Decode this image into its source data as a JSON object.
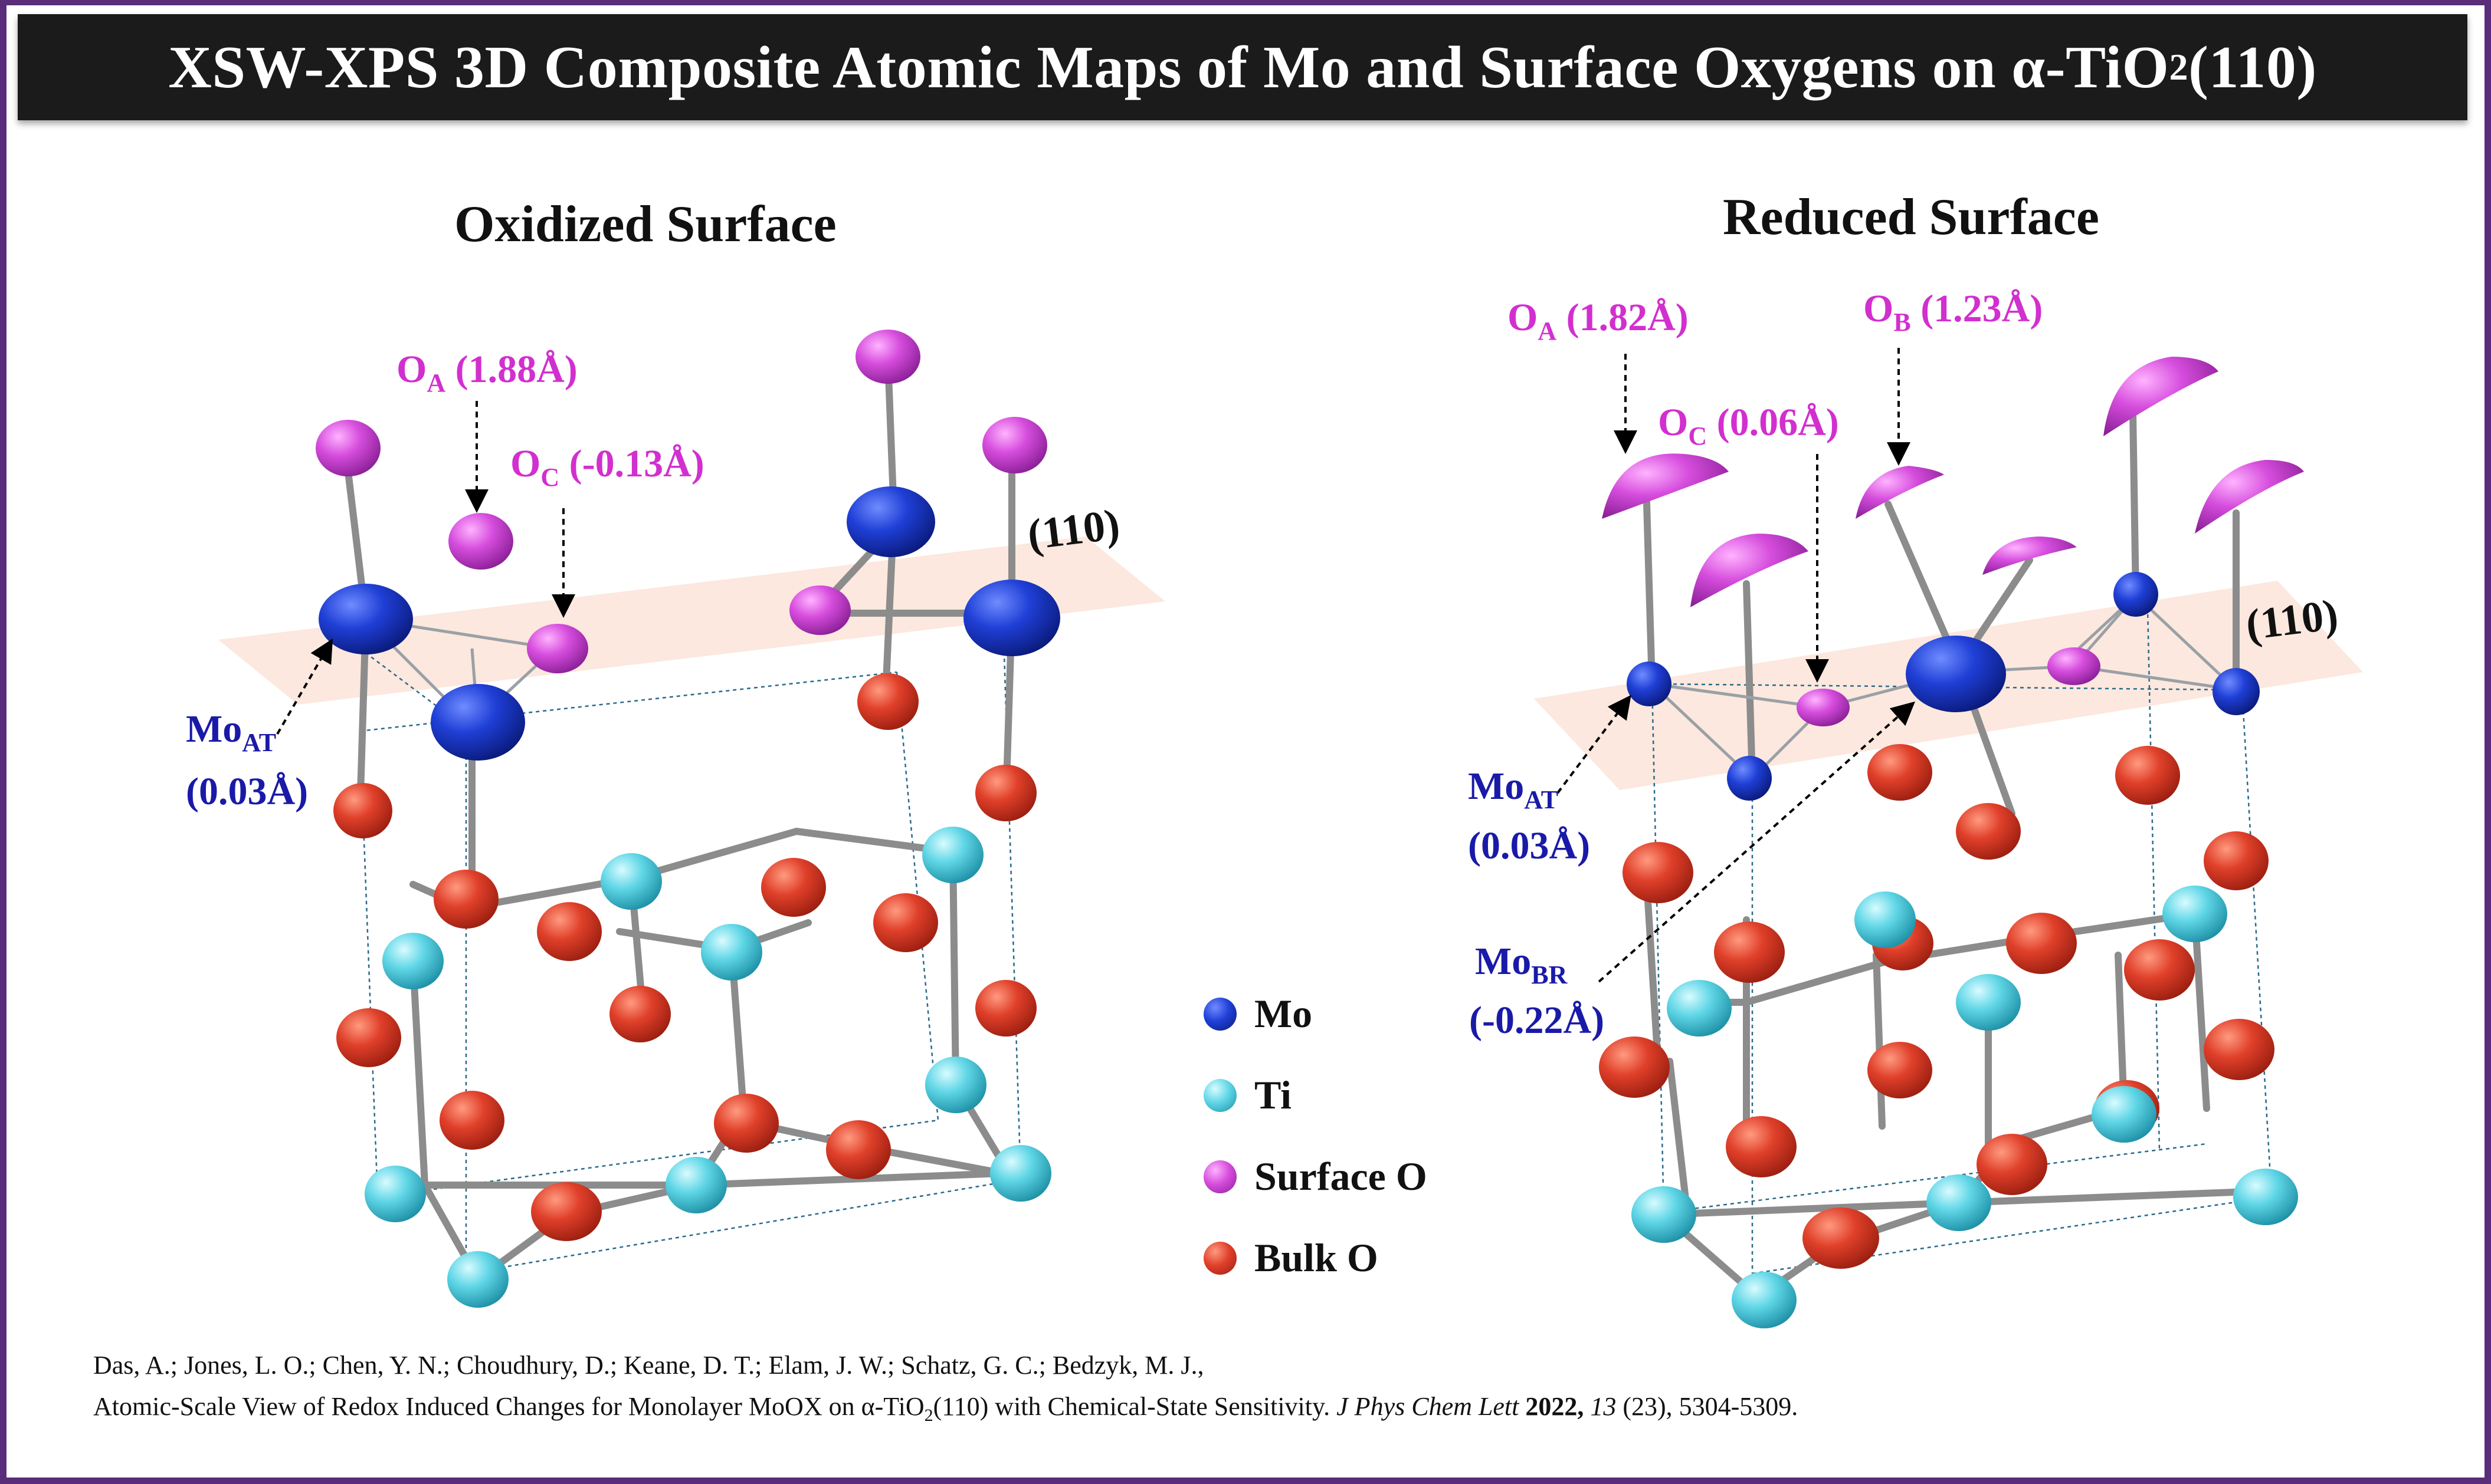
{
  "title": {
    "main": "XSW-XPS 3D Composite Atomic Maps of Mo and Surface Oxygens on α-TiO",
    "sub": "2",
    "tail": "(110)"
  },
  "panels": {
    "left": {
      "title": "Oxidized Surface",
      "plane_label": "(110)",
      "annotations": {
        "oa": {
          "base": "O",
          "sub": "A",
          "text": " (1.88Å)"
        },
        "oc": {
          "base": "O",
          "sub": "C",
          "text": " (-0.13Å)"
        },
        "mo_at": {
          "base": "Mo",
          "sub": "AT",
          "line2": "(0.03Å)"
        }
      }
    },
    "right": {
      "title": "Reduced Surface",
      "plane_label": "(110)",
      "annotations": {
        "oa": {
          "base": "O",
          "sub": "A",
          "text": " (1.82Å)"
        },
        "ob": {
          "base": "O",
          "sub": "B",
          "text": " (1.23Å)"
        },
        "oc": {
          "base": "O",
          "sub": "C",
          "text": " (0.06Å)"
        },
        "mo_at": {
          "base": "Mo",
          "sub": "AT",
          "line2": "(0.03Å)"
        },
        "mo_br": {
          "base": "Mo",
          "sub": "BR",
          "line2": "(-0.22Å)"
        }
      }
    }
  },
  "legend": [
    {
      "label": "Mo",
      "color": "#1f3fd6"
    },
    {
      "label": "Ti",
      "color": "#5fd6e6"
    },
    {
      "label": "Surface O",
      "color": "#d64ddd"
    },
    {
      "label": "Bulk O",
      "color": "#e0402a"
    }
  ],
  "colors": {
    "mo": "#1f3fd6",
    "ti": "#5fd6e6",
    "surface_o": "#d64ddd",
    "bulk_o": "#e0402a",
    "plane": "#fbe4d8",
    "frame": "#5a2d7a",
    "label_mo": "#1a1aa8",
    "label_o": "#d22fcf"
  },
  "citation": {
    "line1": "Das, A.;  Jones, L. O.;  Chen, Y. N.;  Choudhury, D.;  Keane, D. T.;  Elam, J. W.;  Schatz, G. C.; Bedzyk, M. J.,",
    "line2a": "Atomic-Scale View of Redox Induced Changes for Monolayer MoOX on α-TiO",
    "line2sub": "2",
    "line2b": "(110) with Chemical-State Sensitivity. ",
    "journal": "J Phys Chem Lett",
    "year": "2022,",
    "volume": "13",
    "pages": "(23), 5304-5309."
  }
}
